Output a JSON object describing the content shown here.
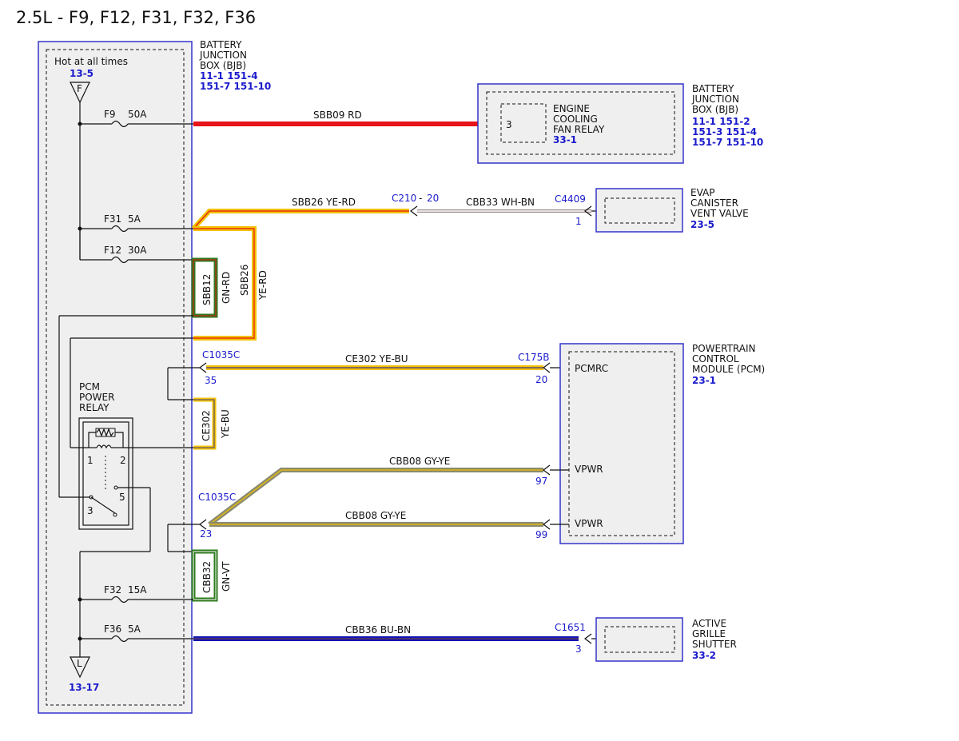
{
  "title": "2.5L - F9, F12, F31, F32, F36",
  "bjb_left": {
    "label_lines": [
      "BATTERY",
      "JUNCTION",
      "BOX (BJB)"
    ],
    "refs": [
      "11-1  151-4",
      "151-7  151-10"
    ],
    "hot_label": "Hot at all times",
    "top_ref": "13-5",
    "top_symbol": "F",
    "bottom_ref": "13-17",
    "bottom_symbol": "L"
  },
  "fuses": [
    {
      "name": "F9",
      "rating": "50A"
    },
    {
      "name": "F31",
      "rating": "5A"
    },
    {
      "name": "F12",
      "rating": "30A"
    },
    {
      "name": "F32",
      "rating": "15A"
    },
    {
      "name": "F36",
      "rating": "5A"
    }
  ],
  "wires": {
    "sbb09": "SBB09  RD",
    "sbb26": "SBB26  YE-RD",
    "cbb33": "CBB33  WH-BN",
    "sbb12_code": "SBB12",
    "sbb12_color": "GN-RD",
    "sbb26_code": "SBB26",
    "sbb26_color": "YE-RD",
    "ce302": "CE302  YE-BU",
    "ce302_code": "CE302",
    "ce302_color": "YE-BU",
    "cbb08_a": "CBB08  GY-YE",
    "cbb08_b": "CBB08  GY-YE",
    "cbb32_code": "CBB32",
    "cbb32_color": "GN-VT",
    "cbb36": "CBB36  BU-BN"
  },
  "connectors": {
    "c210": "C210",
    "c210_dash": "-",
    "c210_pin": "20",
    "c4409": "C4409",
    "c4409_pin": "1",
    "c1035c_top": "C1035C",
    "c1035c_top_pin": "35",
    "c175b": "C175B",
    "c175b_pin": "20",
    "pin97": "97",
    "c1035c_bot": "C1035C",
    "c1035c_bot_pin": "23",
    "pin99": "99",
    "c1651": "C1651",
    "c1651_pin": "3"
  },
  "components": {
    "engine_fan_relay": {
      "lines": [
        "ENGINE",
        "COOLING",
        "FAN RELAY"
      ],
      "ref": "33-1",
      "pin": "3"
    },
    "bjb_right": {
      "lines": [
        "BATTERY",
        "JUNCTION",
        "BOX (BJB)"
      ],
      "refs": [
        "11-1  151-2",
        "151-3 151-4",
        "151-7  151-10"
      ]
    },
    "evap": {
      "lines": [
        "EVAP",
        "CANISTER",
        "VENT VALVE"
      ],
      "ref": "23-5"
    },
    "pcm": {
      "lines": [
        "POWERTRAIN",
        "CONTROL",
        "MODULE (PCM)"
      ],
      "ref": "23-1",
      "pin_pcmrc": "PCMRC",
      "pin_vpwr1": "VPWR",
      "pin_vpwr2": "VPWR"
    },
    "ags": {
      "lines": [
        "ACTIVE",
        "GRILLE",
        "SHUTTER"
      ],
      "ref": "33-2"
    },
    "pcm_relay": {
      "lines": [
        "PCM",
        "POWER",
        "RELAY"
      ],
      "p1": "1",
      "p2": "2",
      "p3": "3",
      "p5": "5"
    }
  },
  "colors": {
    "red": "#e8141b",
    "yellow": "#f2c200",
    "blue": "#1414b4",
    "green": "#2d7a1e",
    "gray_yellow": "#8a8a70",
    "white_brown": "#9a8a8a",
    "box_border": "#3333cc",
    "ref_blue": "#1a1acc"
  }
}
